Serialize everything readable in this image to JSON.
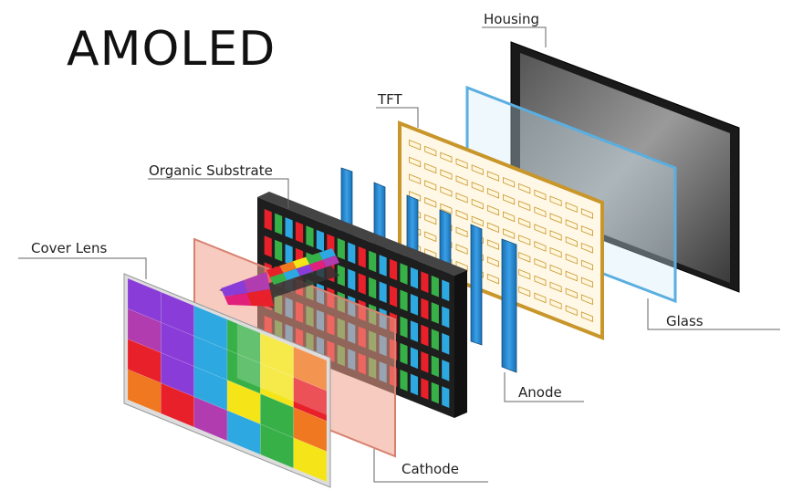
{
  "title": "AMOLED",
  "labels": {
    "housing": "Housing",
    "tft": "TFT",
    "organic_substrate": "Organic Substrate",
    "cover_lens": "Cover Lens",
    "glass": "Glass",
    "anode": "Anode",
    "cathode": "Cathode"
  },
  "palette": [
    "#e8202a",
    "#f07820",
    "#f4e418",
    "#38b048",
    "#2ea8e0",
    "#8a3cd8",
    "#e0207a",
    "#b03cb0"
  ],
  "colors": {
    "tft_frame": "#c8962a",
    "anode_blue": "#2a8ad0",
    "housing": "#1a1a1a",
    "glass_edge": "#5aaee0",
    "cathode": "#f0b0a0"
  }
}
